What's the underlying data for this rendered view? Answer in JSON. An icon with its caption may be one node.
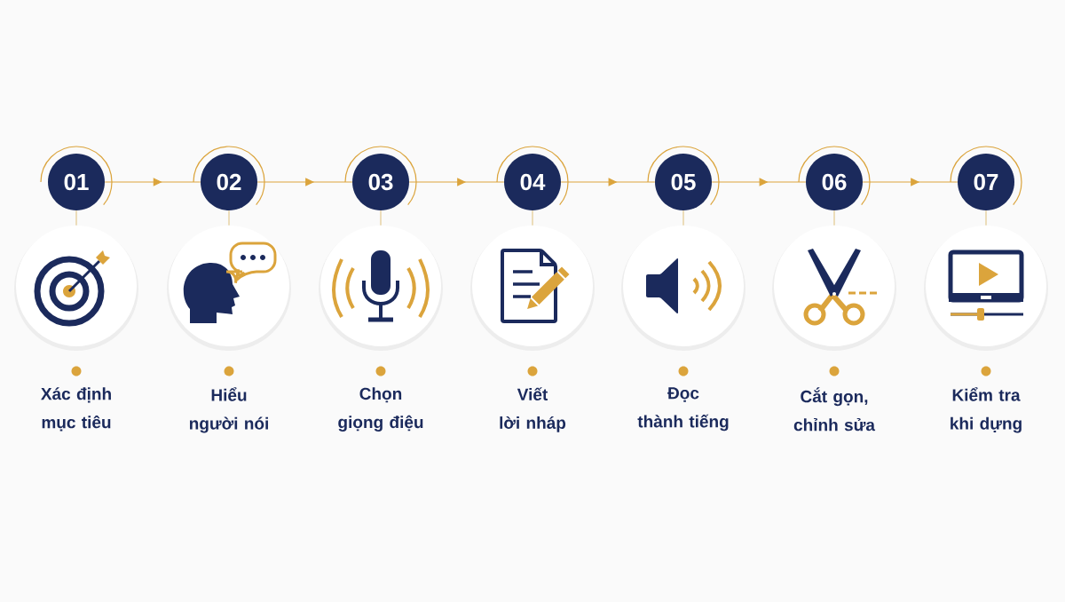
{
  "diagram": {
    "nodes": [
      {
        "text": [
          "01"
        ]
      },
      {
        "text": [
          "02"
        ]
      },
      {
        "text": [
          "03"
        ]
      },
      {
        "text": [
          "04"
        ]
      },
      {
        "text": [
          "05"
        ]
      },
      {
        "text": [
          "06"
        ]
      },
      {
        "text": [
          "07"
        ]
      },
      {
        "text": [],
        "shape": "circle",
        "beside": [
          "Xác định mục tiêu"
        ]
      },
      {
        "text": [],
        "shape": "circle",
        "beside": [
          "Hiểu người nói"
        ]
      },
      {
        "text": [],
        "shape": "circle",
        "beside": [
          "Chọn giọng điệu"
        ]
      },
      {
        "text": [],
        "shape": "circle",
        "beside": [
          "Viết lời nháp"
        ]
      },
      {
        "text": [],
        "shape": "circle",
        "beside": [
          "Đọc thành tiếng"
        ]
      },
      {
        "text": [],
        "shape": "circle",
        "beside": [
          "Cắt gọn, chỉnh sửa"
        ]
      },
      {
        "text": [],
        "shape": "circle",
        "beside": [
          "Kiểm tra khi dựng"
        ]
      }
    ],
    "edges": [
      {
        "from": 0,
        "to": 1,
        "arrow": "to",
        "color": "#dba43c"
      },
      {
        "from": 1,
        "to": 2,
        "arrow": "to",
        "color": "#dba43c"
      },
      {
        "from": 2,
        "to": 3,
        "arrow": "to",
        "color": "#dba43c"
      },
      {
        "from": 3,
        "to": 4,
        "arrow": "to",
        "color": "#dba43c"
      },
      {
        "from": 4,
        "to": 5,
        "arrow": "to",
        "color": "#dba43c"
      },
      {
        "from": 5,
        "to": 6,
        "arrow": "to",
        "color": "#dba43c"
      },
      {
        "from": 0,
        "to": 7,
        "arrow": "none"
      },
      {
        "from": 1,
        "to": 8,
        "arrow": "none"
      },
      {
        "from": 2,
        "to": 9,
        "arrow": "none"
      },
      {
        "from": 3,
        "to": 10,
        "arrow": "none"
      },
      {
        "from": 4,
        "to": 11,
        "arrow": "none"
      },
      {
        "from": 5,
        "to": 12,
        "arrow": "none"
      },
      {
        "from": 6,
        "to": 13,
        "arrow": "none"
      }
    ]
  }
}
